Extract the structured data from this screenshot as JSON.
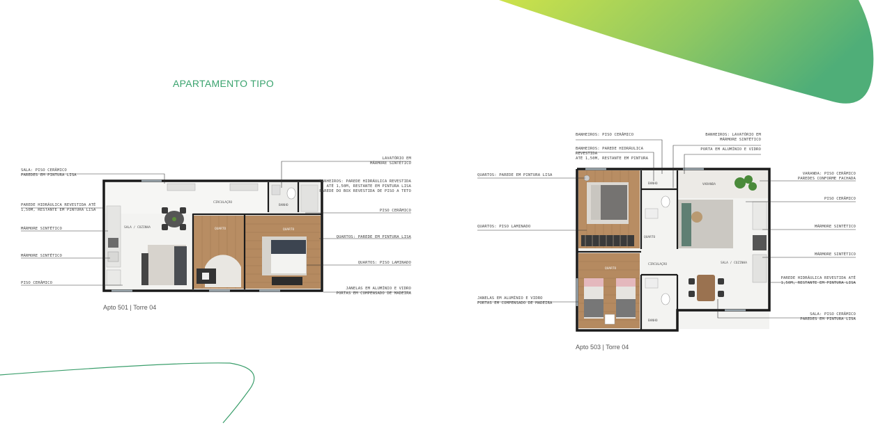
{
  "page": {
    "title": "APARTAMENTO TIPO"
  },
  "plan_501": {
    "caption": "Apto 501 | Torre 04",
    "rooms": {
      "circulacao": "CIRCULAÇÃO",
      "banho": "BANHO",
      "sala_cozinha": "SALA / COZINHA",
      "quarto_a": "QUARTO",
      "quarto_b": "QUARTO"
    },
    "left_labels": [
      {
        "l1": "SALA: PISO CERÂMICO",
        "l2": "PAREDES EM PINTURA LISA"
      },
      {
        "l1": "PAREDE HIDRÁULICA REVESTIDA ATÉ",
        "l2": "1,50M, RESTANTE EM PINTURA LISA"
      },
      {
        "l1": "MÁRMORE SINTÉTICO",
        "l2": ""
      },
      {
        "l1": "MÁRMORE SINTÉTICO",
        "l2": ""
      },
      {
        "l1": "PISO CERÂMICO",
        "l2": ""
      }
    ],
    "right_labels": [
      {
        "l1": "LAVATÓRIO EM",
        "l2": "MÁRMORE SINTÉTICO",
        "l3": ""
      },
      {
        "l1": "BANHEIROS: PAREDE HIDRÁULICA REVESTIDA",
        "l2": "ATÉ 1,50M, RESTANTE EM PINTURA LISA",
        "l3": "PAREDE DO BOX REVESTIDA DE PISO A TETO"
      },
      {
        "l1": "PISO CERÂMICO",
        "l2": "",
        "l3": ""
      },
      {
        "l1": "QUARTOS: PAREDE EM PINTURA LISA",
        "l2": "",
        "l3": ""
      },
      {
        "l1": "QUARTOS: PISO LAMINADO",
        "l2": "",
        "l3": ""
      },
      {
        "l1": "JANELAS EM ALUMÍNIO E VIDRO",
        "l2": "PORTAS EM COMPENSADO DE MADEIRA",
        "l3": ""
      }
    ]
  },
  "plan_503": {
    "caption": "Apto 503 | Torre 04",
    "rooms": {
      "banho_top": "BANHO",
      "varanda": "VARANDA",
      "quarto_top": "QUARTO",
      "circulacao": "CIRCULAÇÃO",
      "sala_cozinha": "SALA / COZINHA",
      "quarto_bottom": "QUARTO",
      "banho_bottom": "BANHO"
    },
    "top_labels": [
      {
        "l1": "BANHEIROS: PISO CERÂMICO",
        "l2": "",
        "l3": ""
      },
      {
        "l1": "BANHEIROS: PAREDE HIDRÁULICA",
        "l2": "REVESTIDA",
        "l3": "ATÉ 1,50M, RESTANTE EM PINTURA"
      },
      {
        "l1": "BANHEIROS: LAVATÓRIO EM",
        "l2": "MÁRMORE SINTÉTICO",
        "l3": ""
      },
      {
        "l1": "PORTA EM ALUMÍNIO E VIDRO",
        "l2": "",
        "l3": ""
      }
    ],
    "left_labels": [
      {
        "l1": "QUARTOS: PAREDE EM PINTURA LISA",
        "l2": ""
      },
      {
        "l1": "QUARTOS: PISO LAMINADO",
        "l2": ""
      },
      {
        "l1": "JANELAS EM ALUMÍNIO E VIDRO",
        "l2": "PORTAS EM COMPENSADO DE MADEIRA"
      }
    ],
    "right_labels": [
      {
        "l1": "VARANDA: PISO CERÂMICO",
        "l2": "PAREDES CONFORME FACHADA"
      },
      {
        "l1": "PISO CERÂMICO",
        "l2": ""
      },
      {
        "l1": "MÁRMORE SINTÉTICO",
        "l2": ""
      },
      {
        "l1": "MÁRMORE SINTÉTICO",
        "l2": ""
      },
      {
        "l1": "PAREDE HIDRÁULICA REVESTIDA ATÉ",
        "l2": "1,50M, RESTANTE EM PINTURA LISA"
      },
      {
        "l1": "SALA: PISO CERÂMICO",
        "l2": "PAREDES EM PINTURA LISA"
      }
    ]
  },
  "colors": {
    "brand_green": "#3aa36e",
    "gradient_start": "#c3df45",
    "gradient_end": "#52b07a",
    "wall": "#1a1a1a",
    "floor_tile": "#f1f1ef",
    "floor_wood": "#b08a62"
  }
}
